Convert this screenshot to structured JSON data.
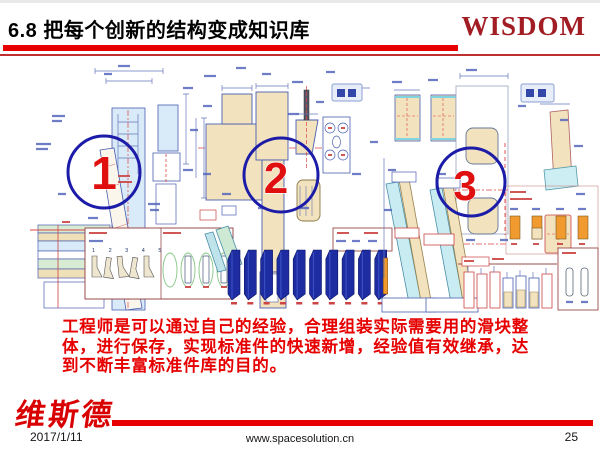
{
  "header": {
    "title": "6.8 把每个创新的结构变成知识库",
    "logo": "WISDOM"
  },
  "diagram": {
    "step_labels": {
      "one": "1",
      "two": "2",
      "three": "3"
    },
    "parts_table_numbers": "1    2    3    4    5",
    "slider_count": 10,
    "colors": {
      "annotation_circle": "#1c1ca8",
      "annotation_number": "#e01010",
      "part_blue": "#1d2ca0",
      "part_orange": "#f09a2e",
      "cad_tan": "#f2e2bd",
      "cad_cyan": "#cdeef2",
      "cad_lightblue": "#d9eaf8",
      "cad_green": "#d8ecd4"
    }
  },
  "body": {
    "paragraph": "工程师是可以通过自己的经验，合理组装实际需要用的滑块整体，进行保存，实现标准件的快速新增，经验值有效继承，达到不断丰富标准件库的目的。"
  },
  "footer": {
    "logo": "维斯德",
    "date": "2017/1/11",
    "website": "www.spacesolution.cn",
    "page": "25"
  }
}
